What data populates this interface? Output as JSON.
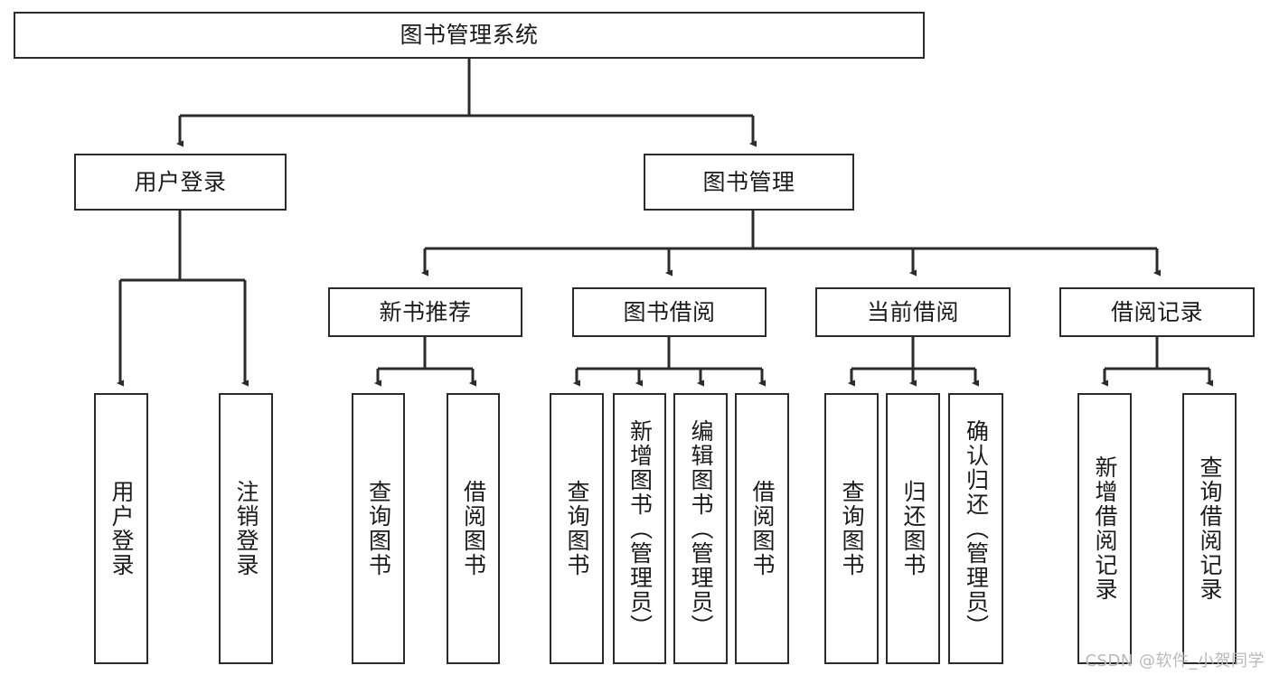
{
  "diagram": {
    "title": "图书管理系统",
    "type": "hierarchy-tree",
    "watermark": "CSDN @软件_小贺同学",
    "colors": {
      "stroke": "#2b2b2b",
      "fill": "#ffffff",
      "text": "#1b1b1b",
      "watermark": "#b9b9b9"
    },
    "nodes": {
      "root": {
        "label": "图书管理系统"
      },
      "level2": [
        {
          "label": "用户登录"
        },
        {
          "label": "图书管理"
        }
      ],
      "level3": [
        {
          "label": "新书推荐"
        },
        {
          "label": "图书借阅"
        },
        {
          "label": "当前借阅"
        },
        {
          "label": "借阅记录"
        }
      ],
      "leaves": {
        "user_login": [
          {
            "label": "用户登录"
          },
          {
            "label": "注销登录"
          }
        ],
        "new_book_recommend": [
          {
            "label": "查询图书"
          },
          {
            "label": "借阅图书"
          }
        ],
        "book_borrow": [
          {
            "label": "查询图书"
          },
          {
            "label": "新增图书（管理员）"
          },
          {
            "label": "编辑图书（管理员）"
          },
          {
            "label": "借阅图书"
          }
        ],
        "current_borrow": [
          {
            "label": "查询图书"
          },
          {
            "label": "归还图书"
          },
          {
            "label": "确认归还（管理员）"
          }
        ],
        "borrow_record": [
          {
            "label": "新增借阅记录"
          },
          {
            "label": "查询借阅记录"
          }
        ]
      }
    }
  }
}
